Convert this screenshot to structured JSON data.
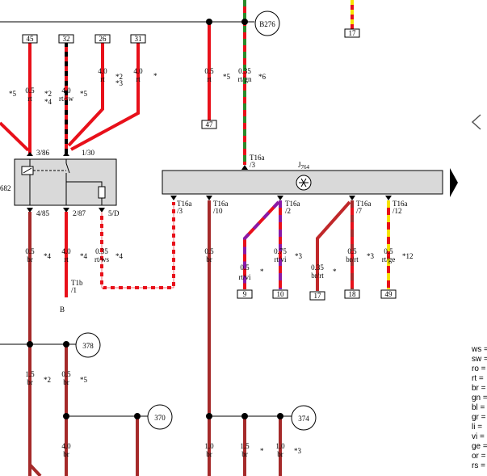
{
  "boxes_top": [
    "45",
    "32",
    "26",
    "31"
  ],
  "box_47": "47",
  "box_17_top": "17",
  "node_b276": "B276",
  "node_378": "378",
  "node_370": "370",
  "node_374": "374",
  "relay_label": "682",
  "relay_pins": {
    "p1": "3/86",
    "p2": "1/30",
    "p3": "4/85",
    "p4": "2/87",
    "p5": "5/D"
  },
  "ecu_label": "J764",
  "ecu_label_main": "J",
  "ecu_label_sub": "764",
  "wires_top": [
    {
      "size": "0.5",
      "color": "rt",
      "note": "*5"
    },
    {
      "size": "4.0",
      "color": "rt/sw",
      "note": "*5",
      "note2": "*2",
      "note3": "*4"
    },
    {
      "size": "4.0",
      "color": "rt",
      "note": "*2",
      "note2": "*3"
    },
    {
      "size": "4.0",
      "color": "rt",
      "note": "*"
    },
    {
      "size": "0.5",
      "color": "rt",
      "note": "*5"
    },
    {
      "size": "0.35",
      "color": "rt/gn",
      "note": "*6"
    }
  ],
  "wires_mid": [
    {
      "size": "0.5",
      "color": "br",
      "note": "*4"
    },
    {
      "size": "4.0",
      "color": "rt",
      "note": "*4"
    },
    {
      "size": "0.35",
      "color": "rt/ws",
      "note": "*4"
    },
    {
      "size": "0.5",
      "color": "br"
    },
    {
      "size": "0.5",
      "color": "rt/vi",
      "note": "*"
    },
    {
      "size": "0.75",
      "color": "rt/vi",
      "note": "*3"
    },
    {
      "size": "0.35",
      "color": "br/rt",
      "note": "*"
    },
    {
      "size": "0.5",
      "color": "br/rt",
      "note": "*3"
    },
    {
      "size": "0.5",
      "color": "rt/ge",
      "note": "*12"
    }
  ],
  "t16a": {
    "top": {
      "conn": "T16a",
      "pin": "/3"
    },
    "bottom": [
      {
        "conn": "T16a",
        "pin": "/3"
      },
      {
        "conn": "T16a",
        "pin": "/10"
      },
      {
        "conn": "T16a",
        "pin": "/2"
      },
      {
        "conn": "T16a",
        "pin": "/7"
      },
      {
        "conn": "T16a",
        "pin": "/12"
      }
    ]
  },
  "t1b": {
    "conn": "T1b",
    "pin": "/1"
  },
  "letter_b": "B",
  "boxes_bottom": [
    "9",
    "10",
    "17",
    "18",
    "49"
  ],
  "wires_low": [
    {
      "size": "1.5",
      "color": "br",
      "note": "*2"
    },
    {
      "size": "0.5",
      "color": "br",
      "note": "*5"
    },
    {
      "size": "4.0",
      "color": "br"
    },
    {
      "size": "1.0",
      "color": "br"
    },
    {
      "size": "1.5",
      "color": "br",
      "note": "*"
    },
    {
      "size": "1.0",
      "color": "br",
      "note": "*3"
    }
  ],
  "legend": [
    "ws =",
    "sw =",
    "ro =",
    "rt =",
    "br =",
    "gn =",
    "bl =",
    "gr =",
    "li =",
    "vi =",
    "ge =",
    "or =",
    "rs ="
  ],
  "colors": {
    "red": "#e8101a",
    "brown": "#a52a2a",
    "green": "#2a8a2a",
    "violet": "#8a1aa8",
    "yellow": "#f7e300",
    "black": "#000000",
    "grey_box": "#d9d9d9"
  }
}
